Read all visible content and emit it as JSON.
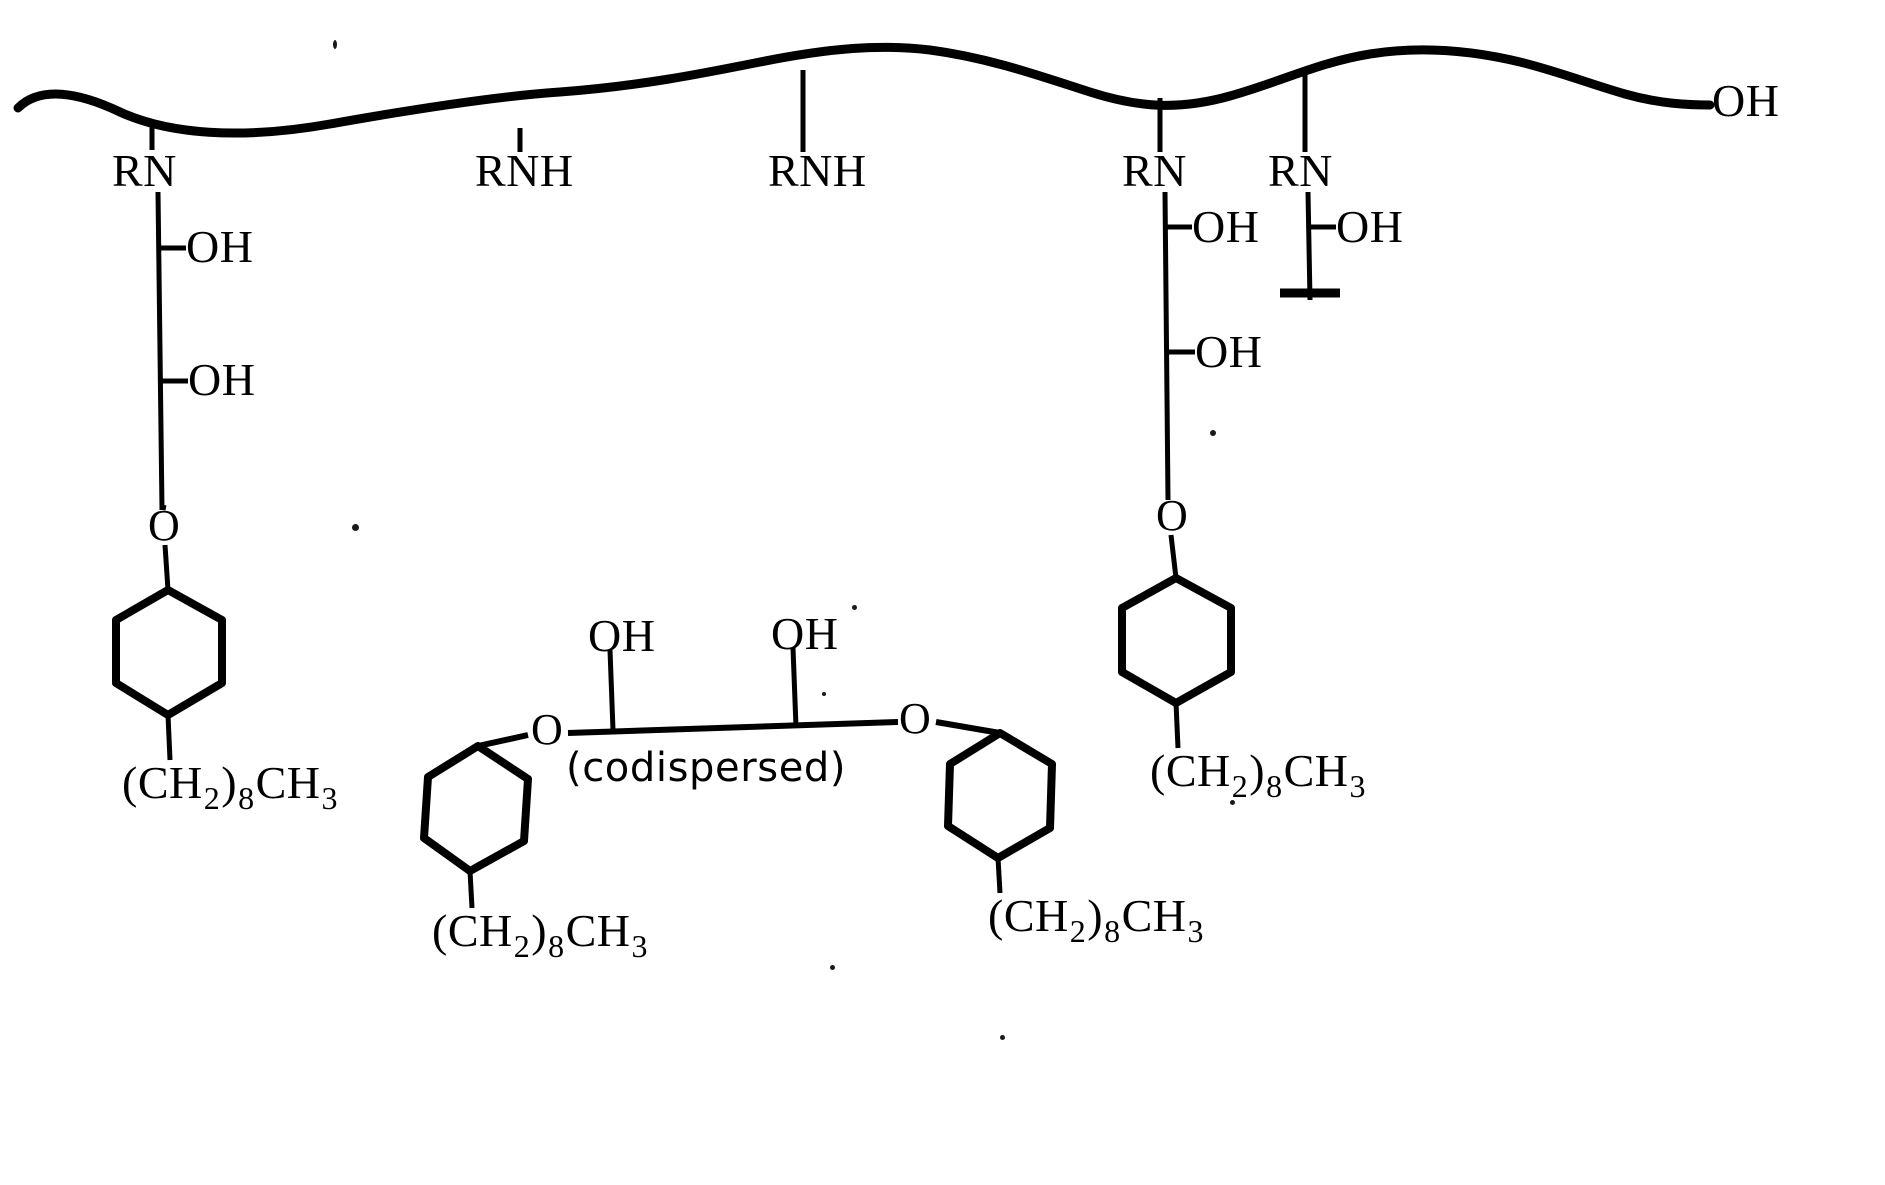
{
  "figure": {
    "title_text": "",
    "ink_color": "#000000",
    "background_color": "#ffffff"
  },
  "backbone": {
    "name": "polymer-backbone",
    "terminal_label": "OH",
    "pendant_labels": [
      "RN",
      "RNH",
      "RNH",
      "RN",
      "RN"
    ]
  },
  "left_chain": {
    "head_label": "RN",
    "hydroxyl_1": "OH",
    "hydroxyl_2": "OH",
    "ether_label": "O",
    "tail_main": "(CH",
    "tail_sub_1": "2",
    "tail_close": ")",
    "tail_sub_2": "8",
    "tail_end": "CH",
    "tail_sub_3": "3",
    "tail_full": "(CH2)8CH3"
  },
  "middle_pendants": {
    "first_label": "RNH",
    "second_label": "RNH"
  },
  "right_chain": {
    "head_label": "RN",
    "hydroxyl_1": "OH",
    "hydroxyl_2": "OH",
    "ether_label": "O",
    "tail_main": "(CH",
    "tail_sub_1": "2",
    "tail_close": ")",
    "tail_sub_2": "8",
    "tail_end": "CH",
    "tail_sub_3": "3",
    "tail_full": "(CH2)8CH3"
  },
  "far_right_chain": {
    "head_label": "RN",
    "hydroxyl_1": "OH",
    "terminator": "crossbar"
  },
  "codispersed": {
    "caption": "(codispersed)",
    "hydroxyl_left": "OH",
    "hydroxyl_right": "OH",
    "ether_left": "O",
    "ether_right": "O",
    "left_tail_main": "(CH",
    "left_tail_sub_1": "2",
    "left_tail_close": ")",
    "left_tail_sub_2": "8",
    "left_tail_end": "CH",
    "left_tail_sub_3": "3",
    "left_tail_full": "(CH2)8CH3",
    "right_tail_main": "(CH",
    "right_tail_sub_1": "2",
    "right_tail_close": ")",
    "right_tail_sub_2": "8",
    "right_tail_end": "CH",
    "right_tail_sub_3": "3",
    "right_tail_full": "(CH2)8CH3"
  }
}
